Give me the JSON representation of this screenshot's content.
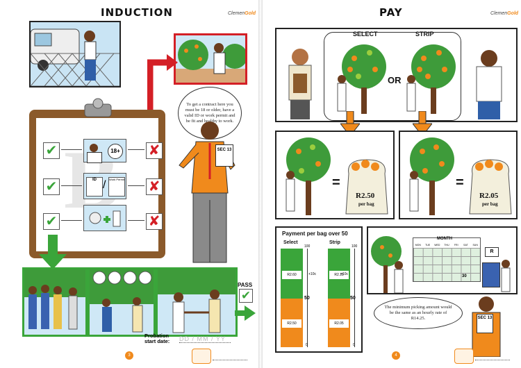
{
  "left_page": {
    "title": "INDUCTION",
    "logo": {
      "word1": "Clemen",
      "word2": "Gold"
    },
    "speech": "To get a contract here you must be 18 or older, have a valid ID or work permit and be fit and healthy to work.",
    "badge_age": "18+",
    "id_label": "ID",
    "permit_label": "Work Permit",
    "sec_badge": "SEC 13",
    "pass_label": "PASS",
    "probation_label": "Probation start date:",
    "probation_placeholder": "DD / MM / YY",
    "page_number": "3",
    "watermark": "B"
  },
  "right_page": {
    "title": "PAY",
    "logo": {
      "word1": "Clemen",
      "word2": "Gold"
    },
    "select_label": "SELECT",
    "strip_label": "STRIP",
    "or_label": "OR",
    "equals": "=",
    "select_price": "R2.50",
    "strip_price": "R2.05",
    "per_bag": "per bag",
    "payment_title": "Payment per bag over 50",
    "col_select": "Select",
    "col_strip": "Strip",
    "scale_top": "100",
    "scale_mid": "50",
    "scale_bottom": "0",
    "increment": "+10c",
    "select_high": "R2.60",
    "strip_high": "R2.15",
    "select_low": "R2.50",
    "strip_low": "R2.05",
    "month_label": "MONTH",
    "days": [
      "MON",
      "TUE",
      "WED",
      "THU",
      "FRI",
      "SAT",
      "SUN"
    ],
    "day_30": "30",
    "rand_symbol": "R",
    "sec_badge": "SEC 13",
    "min_speech": "The minimum picking amount would be the same as an hourly rate of R14.25.",
    "page_number": "4"
  },
  "colors": {
    "green": "#3aa53a",
    "orange": "#f08a1c",
    "red": "#d41f26",
    "brown": "#7a4a28"
  }
}
